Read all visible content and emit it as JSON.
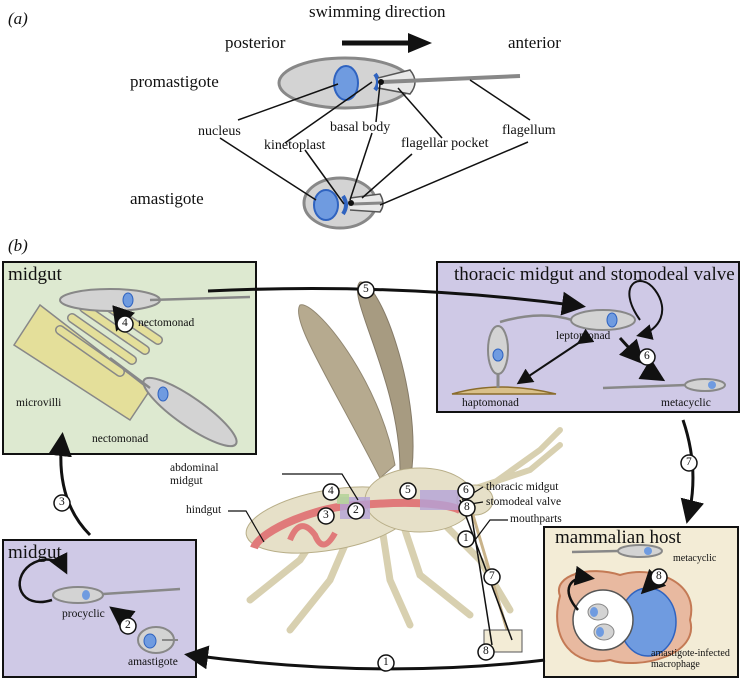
{
  "panel_a": {
    "label": "(a)",
    "swimming_direction": "swimming direction",
    "posterior": "posterior",
    "anterior": "anterior",
    "promastigote": "promastigote",
    "amastigote": "amastigote",
    "nucleus": "nucleus",
    "kinetoplast": "kinetoplast",
    "basal_body": "basal body",
    "flagellar_pocket": "flagellar pocket",
    "flagellum": "flagellum"
  },
  "panel_b": {
    "label": "(b)",
    "midgut_top": {
      "title": "midgut",
      "nectomonad_1": "nectomonad",
      "nectomonad_2": "nectomonad",
      "microvilli": "microvilli"
    },
    "thoracic_box": {
      "title": "thoracic midgut and stomodeal valve",
      "leptomonad": "leptomonad",
      "haptomonad": "haptomonad",
      "metacyclic": "metacyclic"
    },
    "midgut_bottom": {
      "title": "midgut",
      "procyclic": "procyclic",
      "amastigote": "amastigote"
    },
    "mammalian_host": {
      "title": "mammalian host",
      "metacyclic": "metacyclic",
      "macrophage": "amastigote-infected macrophage"
    },
    "fly_labels": {
      "abdominal_midgut": "abdominal midgut",
      "hindgut": "hindgut",
      "thoracic_midgut": "thoracic midgut",
      "stomodeal_valve": "stomodeal valve",
      "mouthparts": "mouthparts"
    },
    "steps": [
      "1",
      "2",
      "3",
      "4",
      "5",
      "6",
      "7",
      "8"
    ]
  },
  "colors": {
    "green_box": "#dde9d0",
    "purple_box": "#cfc9e6",
    "cream_box": "#f3ecd6",
    "cell_gray": "#d3d3d3",
    "nucleus_blue": "#6f9be0",
    "gut_red": "#e07a7a",
    "fly_tan": "#e6e0c8"
  }
}
